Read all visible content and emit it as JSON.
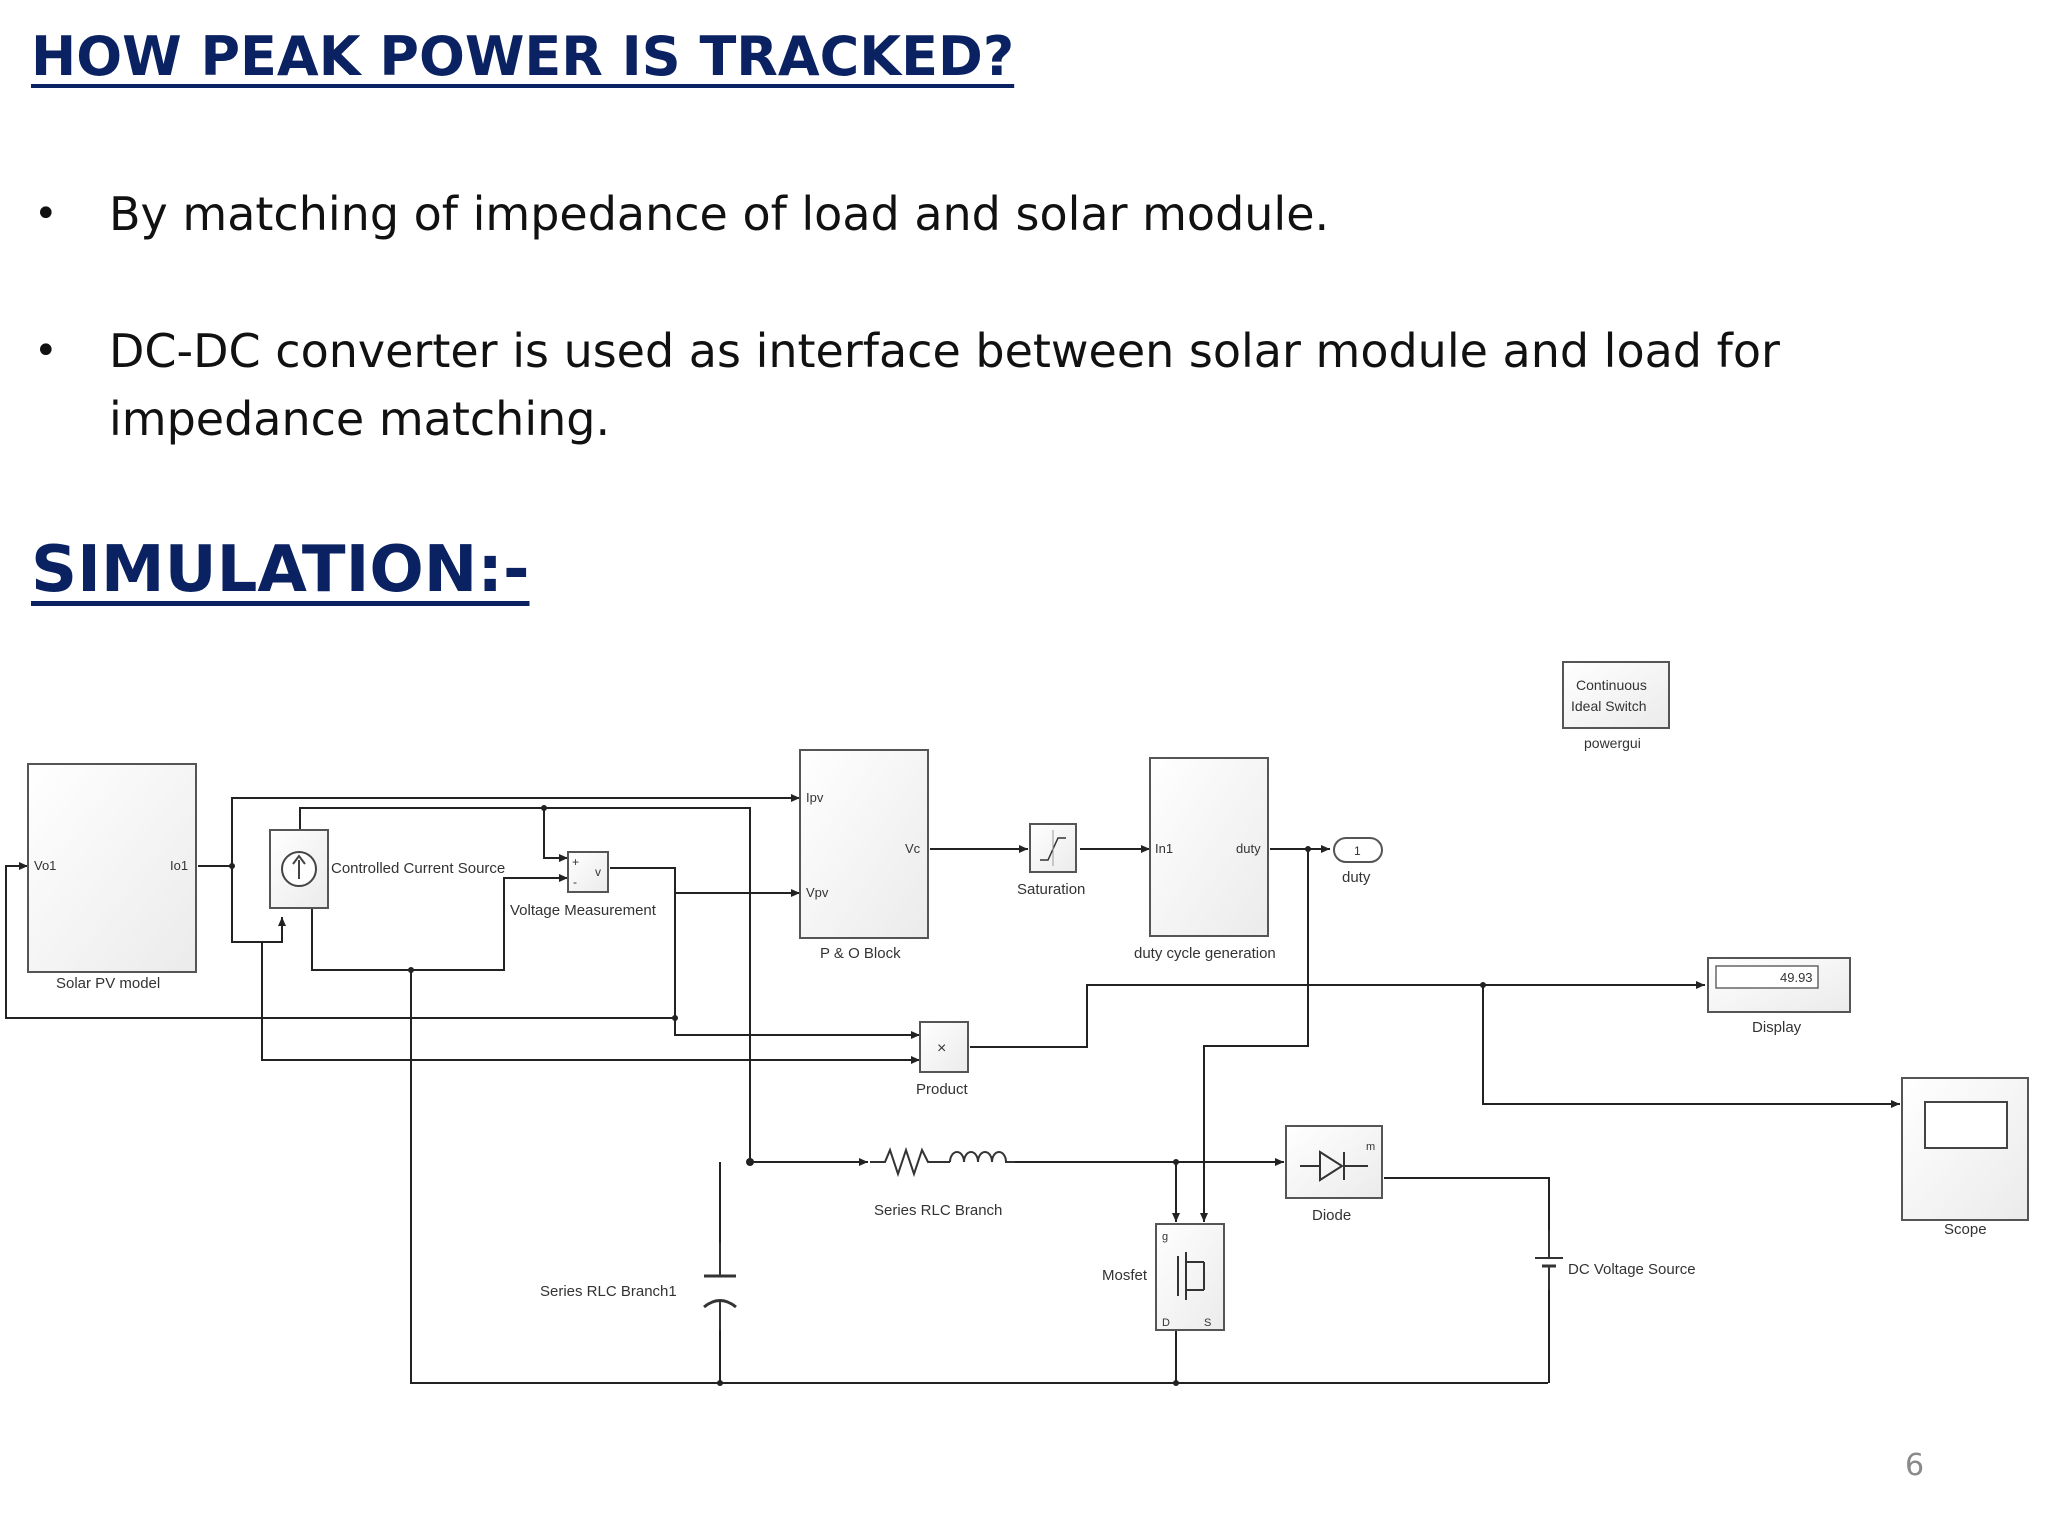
{
  "slide": {
    "title": "HOW PEAK POWER IS TRACKED?",
    "bullets": [
      "By matching of impedance of load and solar module.",
      "DC-DC converter is used as interface between solar module and load for impedance matching."
    ],
    "section_heading": "SIMULATION:-",
    "page_number": "6"
  },
  "diagram": {
    "blocks": {
      "solar_pv_model": {
        "label": "Solar PV model",
        "in_port": "Vo1",
        "out_port": "Io1"
      },
      "controlled_current_source": {
        "label": "Controlled Current Source"
      },
      "voltage_measurement": {
        "label": "Voltage Measurement",
        "port_plus": "+",
        "port_minus": "-",
        "port_v": "v"
      },
      "po_block": {
        "label": "P & O Block",
        "port_ipv": "Ipv",
        "port_vpv": "Vpv",
        "port_vc": "Vc"
      },
      "saturation": {
        "label": "Saturation"
      },
      "duty_cycle_generation": {
        "label": "duty cycle generation",
        "port_in": "In1",
        "port_out": "duty"
      },
      "duty_outport": {
        "label": "duty",
        "number": "1"
      },
      "powergui": {
        "label": "powergui",
        "line1": "Continuous",
        "line2": "Ideal Switch"
      },
      "display": {
        "label": "Display",
        "value": "49.93"
      },
      "product": {
        "label": "Product",
        "symbol": "×"
      },
      "scope": {
        "label": "Scope"
      },
      "series_rlc_branch": {
        "label": "Series RLC Branch"
      },
      "series_rlc_branch1": {
        "label": "Series RLC Branch1"
      },
      "mosfet": {
        "label": "Mosfet",
        "port_g": "g",
        "port_d": "D",
        "port_s": "S"
      },
      "diode": {
        "label": "Diode",
        "port_m": "m"
      },
      "dc_voltage_source": {
        "label": "DC Voltage Source"
      }
    }
  }
}
